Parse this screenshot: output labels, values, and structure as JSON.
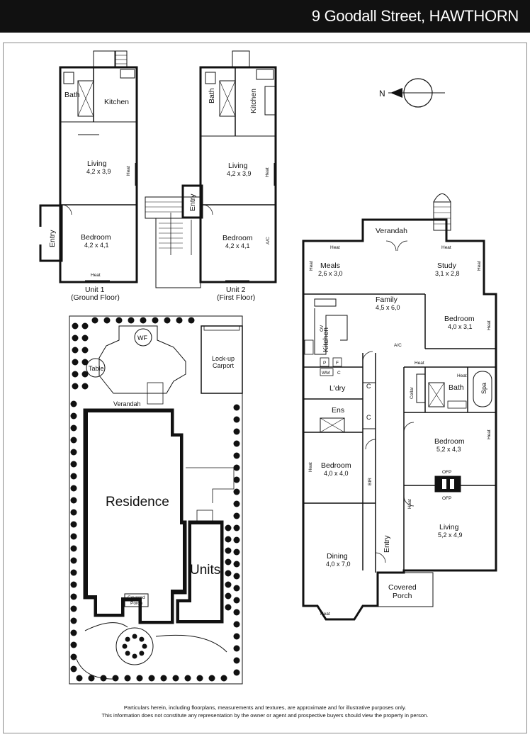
{
  "header": {
    "title": "9 Goodall Street, HAWTHORN"
  },
  "compass": {
    "label": "N"
  },
  "unit1": {
    "caption_line1": "Unit 1",
    "caption_line2": "(Ground Floor)",
    "rooms": {
      "bath": "Bath",
      "kitchen": "Kitchen",
      "living": "Living",
      "living_dim": "4,2 x 3,9",
      "bedroom": "Bedroom",
      "bedroom_dim": "4,2 x 4,1",
      "entry": "Entry",
      "heat1": "Heat",
      "heat2": "Heat"
    }
  },
  "unit2": {
    "caption_line1": "Unit 2",
    "caption_line2": "(First Floor)",
    "rooms": {
      "bath": "Bath",
      "kitchen": "Kitchen",
      "living": "Living",
      "living_dim": "4,2 x 3,9",
      "bedroom": "Bedroom",
      "bedroom_dim": "4,2 x 4,1",
      "entry": "Entry",
      "heat": "Heat",
      "ac": "A/C"
    }
  },
  "site": {
    "wf": "WF",
    "table": "Table",
    "carport_line1": "Lock-up",
    "carport_line2": "Carport",
    "verandah": "Verandah",
    "residence": "Residence",
    "units": "Units",
    "porch_line1": "Covered",
    "porch_line2": "Porch"
  },
  "house": {
    "verandah": "Verandah",
    "heat_top_left": "Heat",
    "heat_top_right": "Heat",
    "meals": "Meals",
    "meals_dim": "2,6 x 3,0",
    "meals_heat": "Heat",
    "study": "Study",
    "study_dim": "3,1 x 2,8",
    "study_heat": "Heat",
    "family": "Family",
    "family_dim": "4,5 x 6,0",
    "kitchen": "Kitchen",
    "ov": "OV",
    "bedroom1": "Bedroom",
    "bedroom1_dim": "4,0 x 3,1",
    "bedroom1_heat": "Heat",
    "ac": "A/C",
    "p": "P",
    "f": "F",
    "wm": "WM",
    "c_small": "C",
    "laundry": "L'dry",
    "c1": "C",
    "c2": "C",
    "heat_cellar": "Heat",
    "cellar": "Cellar",
    "heat_bath": "Heat",
    "bath": "Bath",
    "spa": "Spa",
    "ens": "Ens",
    "bedroom2": "Bedroom",
    "bedroom2_dim": "5,2 x 4,3",
    "bedroom2_heat": "Heat",
    "ofp1": "OFP",
    "ofp2": "OFP",
    "bedroom3": "Bedroom",
    "bedroom3_dim": "4,0 x 4,0",
    "bedroom3_heat": "Heat",
    "br": "BIR",
    "living": "Living",
    "living_dim": "5,2 x 4,9",
    "living_heat": "Heat",
    "entry": "Entry",
    "dining": "Dining",
    "dining_dim": "4,0 x 7,0",
    "dining_heat": "Heat",
    "porch_line1": "Covered",
    "porch_line2": "Porch"
  },
  "disclaimer": {
    "line1": "Particulars herein, including floorplans, measurements and textures, are approximate and for illustrative purposes only.",
    "line2": "This information does not constitute any representation by the owner or agent and prospective buyers should view the property in person."
  }
}
